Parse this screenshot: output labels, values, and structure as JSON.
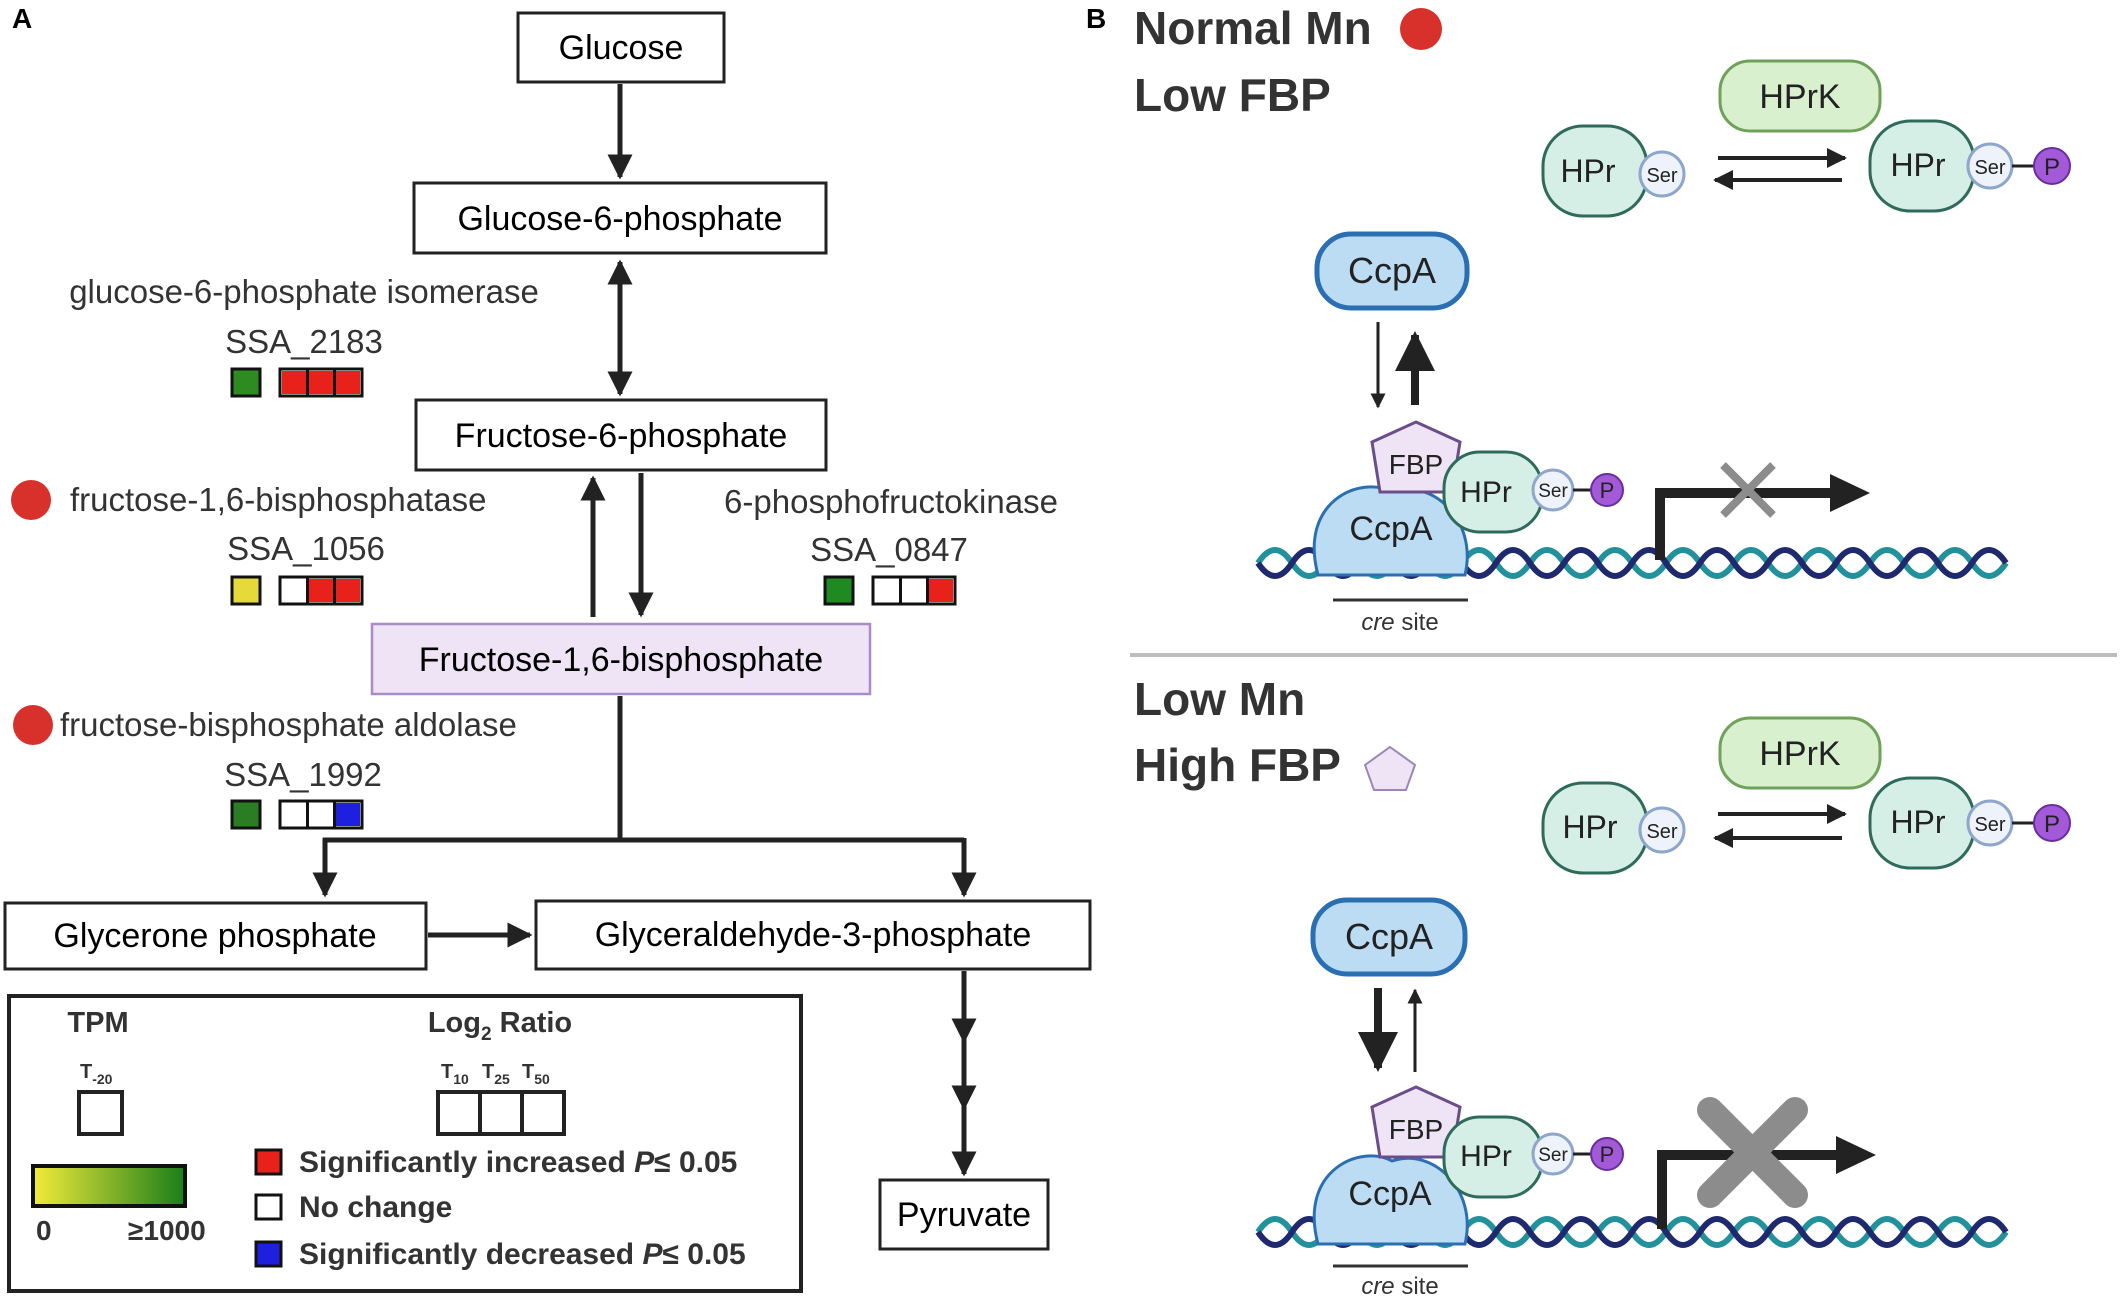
{
  "panels": {
    "a_label": "A",
    "b_label": "B"
  },
  "pathway": {
    "metabolites": {
      "glucose": "Glucose",
      "g6p": "Glucose-6-phosphate",
      "f6p": "Fructose-6-phosphate",
      "fbp": "Fructose-1,6-bisphosphate",
      "dhap": "Glycerone phosphate",
      "g3p": "Glyceraldehyde-3-phosphate",
      "pyruvate": "Pyruvate"
    },
    "enzymes": [
      {
        "name": "glucose-6-phosphate isomerase",
        "gene": "SSA_2183",
        "marker": false,
        "tpm_color": "#2e8b22",
        "ratios": [
          "#e8221a",
          "#e8221a",
          "#e8221a"
        ]
      },
      {
        "name": "fructose-1,6-bisphosphatase",
        "gene": "SSA_1056",
        "marker": true,
        "tpm_color": "#e6d93a",
        "ratios": [
          "#ffffff",
          "#e8221a",
          "#e8221a"
        ]
      },
      {
        "name": "6-phosphofructokinase",
        "gene": "SSA_0847",
        "marker": false,
        "tpm_color": "#1f8a22",
        "ratios": [
          "#ffffff",
          "#ffffff",
          "#e8221a"
        ]
      },
      {
        "name": "fructose-bisphosphate aldolase",
        "gene": "SSA_1992",
        "marker": true,
        "tpm_color": "#2a7d22",
        "ratios": [
          "#ffffff",
          "#ffffff",
          "#1f1fe0"
        ]
      }
    ]
  },
  "legend": {
    "tpm_title": "TPM",
    "tpm_sub": "T",
    "tpm_sub_index": "-20",
    "ratio_title_pre": "Log",
    "ratio_title_sub": "2",
    "ratio_title_post": " Ratio",
    "ratio_cols": [
      {
        "t": "T",
        "i": "10"
      },
      {
        "t": "T",
        "i": "25"
      },
      {
        "t": "T",
        "i": "50"
      }
    ],
    "scale_min": "0",
    "scale_max": "≥1000",
    "gradient_low": "#f3ec3a",
    "gradient_high": "#1a7d1a",
    "items": [
      {
        "color": "#e8221a",
        "label": "Significantly increased ",
        "p": "P",
        "thr": "≤ 0.05"
      },
      {
        "color": "#ffffff",
        "label": "No change",
        "p": "",
        "thr": ""
      },
      {
        "color": "#1f1fe0",
        "label": "Significantly decreased ",
        "p": "P",
        "thr": "≤ 0.05"
      }
    ]
  },
  "model": {
    "top": {
      "line1": "Normal Mn",
      "line2": "Low FBP"
    },
    "bottom": {
      "line1": "Low Mn",
      "line2": "High FBP"
    },
    "labels": {
      "hprk": "HPrK",
      "hpr": "HPr",
      "ser": "Ser",
      "p": "P",
      "ccpa": "CcpA",
      "fbp": "FBP",
      "cre_italic": "cre",
      "cre_rest": " site"
    },
    "colors": {
      "mn_dot": "#d8312b",
      "fbp_fill": "#efe4f6",
      "ccpa_fill": "#bcdcf4",
      "hpr_fill": "#d6efe6",
      "hprk_fill": "#d9f0cf",
      "phos": "#a25ad9"
    }
  }
}
